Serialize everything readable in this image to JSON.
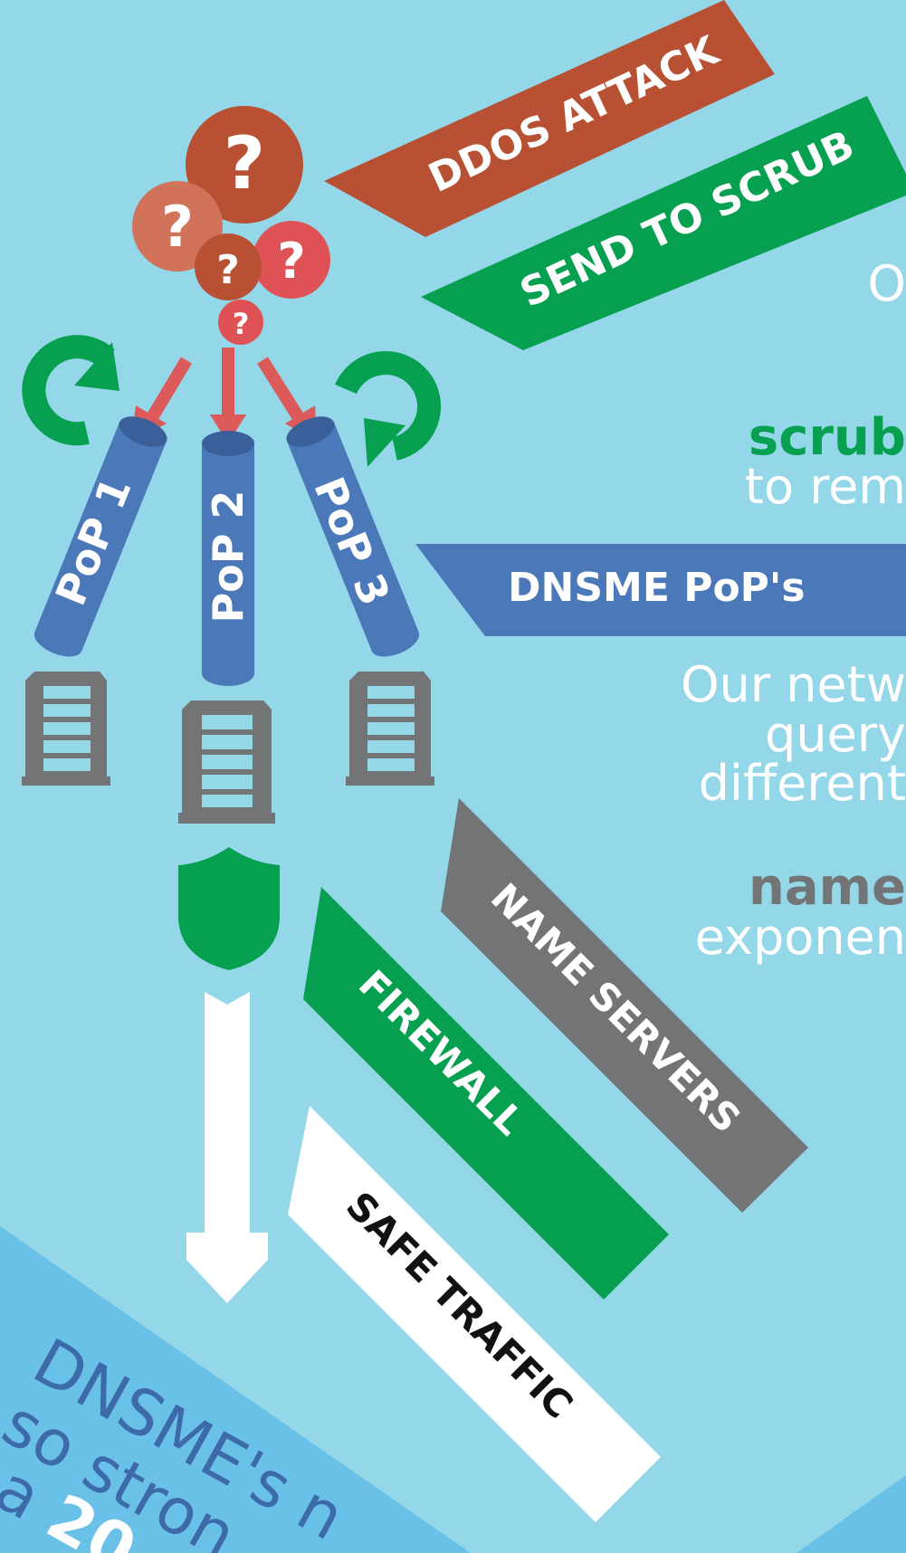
{
  "colors": {
    "background": "#93d7e8",
    "bottom_band": "#6ac1e8",
    "attack_red": "#b85133",
    "scrub_green": "#06a050",
    "pop_blue": "#4a78b9",
    "server_grey": "#737476",
    "question_light": "#d1735a",
    "question_pink": "#de5256",
    "arrow_red": "#dc5a59",
    "white": "#ffffff",
    "bottom_text": "#3d6aa9"
  },
  "banners": {
    "ddos_attack": "DDOS ATTACK",
    "send_to_scrub": "SEND TO SCRUB",
    "dnsme_pops": "DNSME PoP's",
    "name_servers": "NAME SERVERS",
    "firewall": "FIREWALL",
    "safe_traffic": "SAFE TRAFFIC"
  },
  "question_bubbles": [
    "?",
    "?",
    "?",
    "?",
    "?"
  ],
  "pops": [
    "PoP 1",
    "PoP 2",
    "PoP 3"
  ],
  "icons": {
    "reroute_left": "circular-arrow-icon",
    "reroute_right": "circular-arrow-icon",
    "servers": "server-icon",
    "shield": "shield-icon",
    "down_arrow": "arrow-down-icon"
  },
  "side_text": {
    "line1": "O",
    "scrub_bold": "scrub",
    "scrub_rest": "to rem",
    "network_line1": "Our netw",
    "network_line2": "query",
    "network_line3": "different",
    "name_bold": "name",
    "name_rest": "exponen"
  },
  "bottom_text": {
    "line1": "DNSME's n",
    "line2": "so stron",
    "line3_prefix": "a ",
    "line3_bold": "20"
  }
}
